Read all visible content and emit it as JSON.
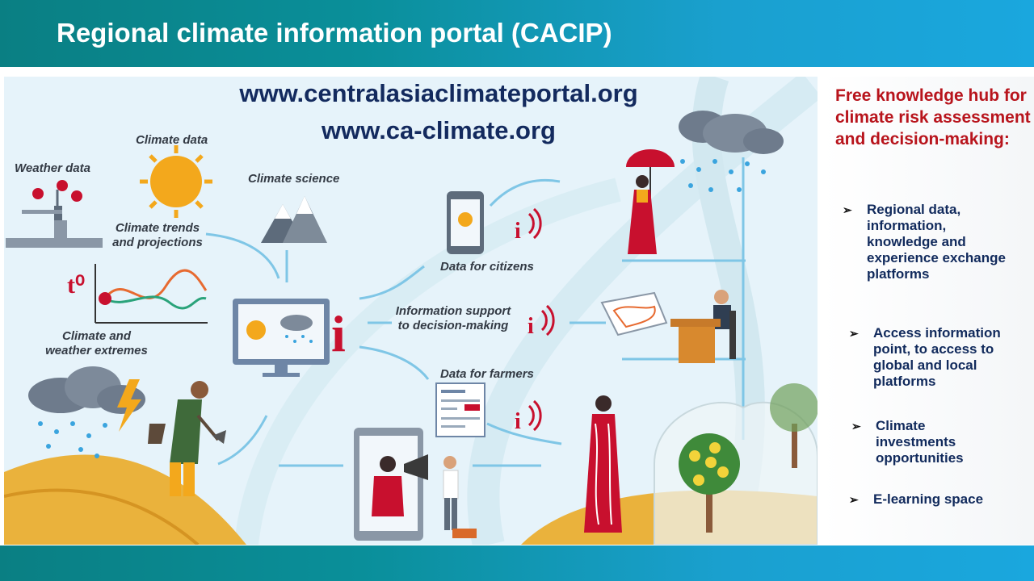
{
  "slide": {
    "title": "Regional climate information portal (CACIP)"
  },
  "infographic": {
    "url_primary": "www.centralasiaclimateportal.org",
    "url_secondary": "www.ca-climate.org",
    "labels": {
      "weather_data": "Weather data",
      "climate_data": "Climate data",
      "climate_science": "Climate science",
      "trends_line1": "Climate trends",
      "trends_line2": "and projections",
      "temp_symbol": "t⁰",
      "extremes_line1": "Climate and",
      "extremes_line2": "weather extremes",
      "citizens": "Data for citizens",
      "decision_line1": "Information support",
      "decision_line2": "to decision-making",
      "farmers": "Data for farmers",
      "info_letter": "i"
    },
    "colors": {
      "background": "#e6f3fa",
      "sun": "#f3a81c",
      "info_red": "#c8102e",
      "arrow": "#7fc6e6",
      "ground": "#eab23c"
    }
  },
  "sidebar": {
    "heading": "Free knowledge hub for climate risk assessment and decision-making:",
    "bullet_icon": "arrow-bullet-icon",
    "items": [
      "Regional data, information, knowledge and experience exchange platforms",
      "Access information point, to access to global and local platforms",
      "Climate investments opportunities",
      "E-learning space"
    ]
  }
}
